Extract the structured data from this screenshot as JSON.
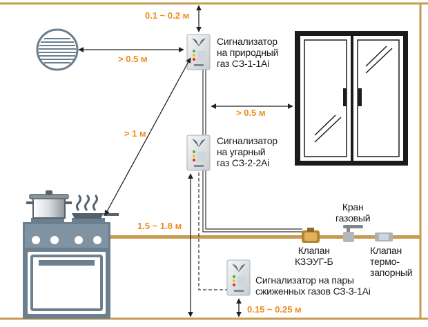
{
  "colors": {
    "accent_orange": "#f08a1c",
    "pipe": "#c89a52",
    "line": "#222222",
    "window_frame": "#1b1b1b",
    "glass": "#ffffff",
    "detector_body": "#e6e8ea"
  },
  "icons": [
    "vent-grille-icon",
    "gas-detector-icon",
    "stove-icon",
    "pot-icon",
    "frying-pan-icon",
    "gas-valve-icon",
    "window-icon"
  ],
  "dimensions": {
    "ceiling_gap": "0.1 ~ 0.2 м",
    "vent_distance": "> 0.5 м",
    "window_distance": "> 0.5 м",
    "stove_distance": "> 1 м",
    "co_height": "1.5 ~ 1.8 м",
    "lpg_height": "0.15 ~ 0.25 м"
  },
  "labels": {
    "natural_gas": [
      "Сигнализатор",
      "на природный",
      "газ СЗ-1-1Ai"
    ],
    "carbon_monoxide": [
      "Сигнализатор",
      "на угарный",
      "газ СЗ-2-2Ai"
    ],
    "lpg": [
      "Сигнализатор на пары",
      "сжиженных газов СЗ-3-1Ai"
    ],
    "gas_tap": [
      "Кран",
      "газовый"
    ],
    "valve_kzeug": [
      "Клапан",
      "КЗЭУГ-Б"
    ],
    "valve_thermo": [
      "Клапан",
      "термо-",
      "запорный"
    ]
  }
}
